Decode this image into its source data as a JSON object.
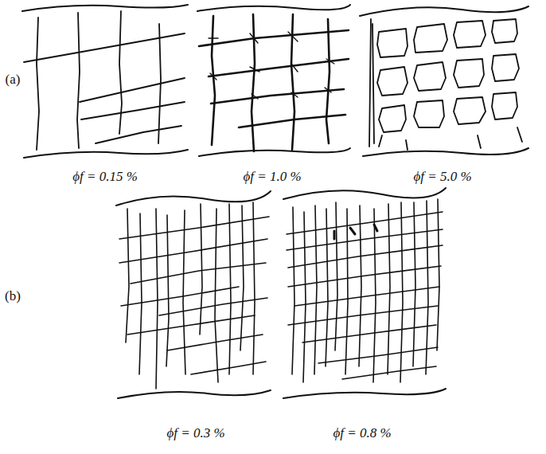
{
  "diagram": {
    "labels": [
      "(a)",
      "ϕf = 0.15 %",
      "ϕf = 1.0 %",
      "ϕf = 5.0 %",
      "(b)",
      "ϕf = 0.3 %",
      "ϕf = 0.8 %"
    ]
  }
}
